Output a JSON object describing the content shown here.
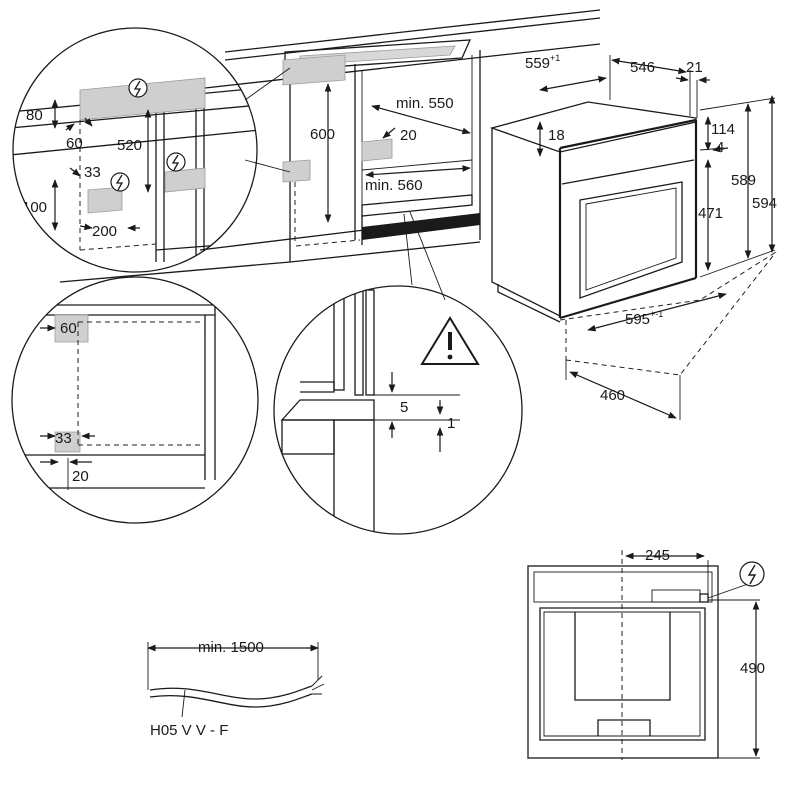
{
  "dimensions": {
    "cabinet_top_80": "80",
    "cabinet_side_60": "60",
    "cabinet_depth_520": "520",
    "socket_33": "33",
    "socket_100": "100",
    "socket_200": "200",
    "niche_600": "600",
    "niche_min_550": "min. 550",
    "niche_20": "20",
    "niche_min_560": "min. 560",
    "oven_559": "559",
    "oven_559_tol": "+1",
    "oven_546": "546",
    "oven_21": "21",
    "oven_18": "18",
    "oven_114": "114",
    "oven_4": "4",
    "oven_471": "471",
    "oven_589": "589",
    "oven_594": "594",
    "oven_595": "595",
    "oven_595_tol": "+-1",
    "oven_460": "460",
    "detail_60": "60",
    "detail_33": "33",
    "detail_20": "20",
    "detail_5": "5",
    "detail_1": "1",
    "rear_245": "245",
    "rear_490": "490",
    "cable_min_1500": "min. 1500"
  },
  "cable_type": "H05 V V - F",
  "icons": [
    "power-symbol-icon",
    "warning-triangle-icon"
  ]
}
